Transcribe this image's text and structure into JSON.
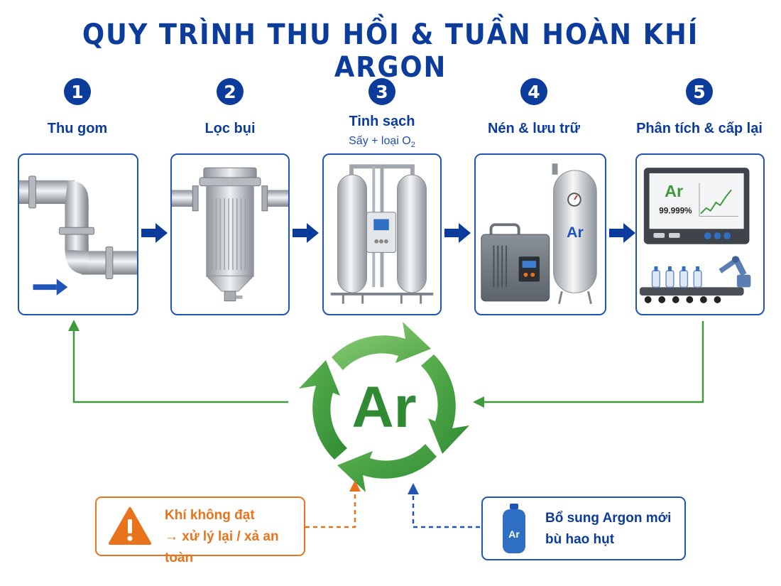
{
  "title": "QUY TRÌNH THU HỒI & TUẦN HOÀN KHÍ ARGON",
  "steps": [
    {
      "number": "1",
      "label": "Thu gom"
    },
    {
      "number": "2",
      "label": "Lọc bụi"
    },
    {
      "number": "3",
      "label": "Tinh sạch",
      "sub_prefix": "Sấy + loại O",
      "sub_subscript": "2"
    },
    {
      "number": "4",
      "label": "Nén & lưu trữ"
    },
    {
      "number": "5",
      "label": "Phân tích & cấp lại"
    }
  ],
  "tank_label": "Ar",
  "monitor": {
    "symbol": "Ar",
    "purity": "99.999%"
  },
  "cycle_symbol": "Ar",
  "warning_note": {
    "line1": "Khí không đạt",
    "line2": "→ xử lý lại / xả an toàn"
  },
  "supply_note": {
    "line1": "Bổ sung Argon mới",
    "line2": "bù hao hụt",
    "bottle_label": "Ar"
  },
  "colors": {
    "primary_blue": "#0b3c9c",
    "cycle_green": "#3f9a3b",
    "warning_orange": "#e8731c",
    "border_blue": "#1f55b5"
  }
}
